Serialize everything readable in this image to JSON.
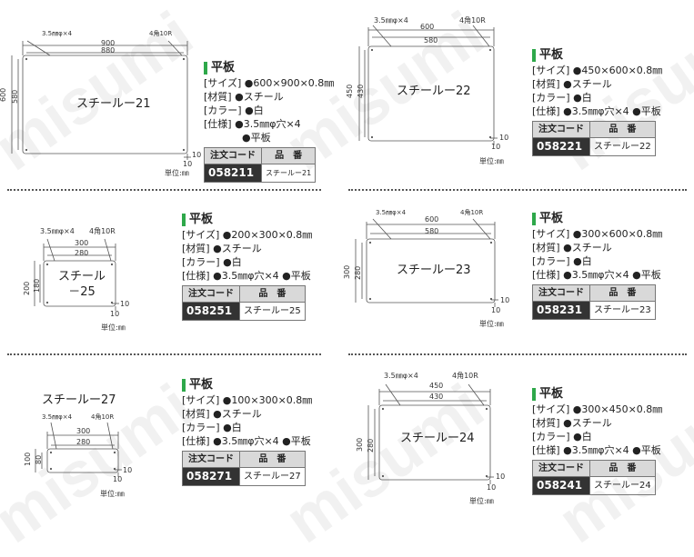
{
  "watermark": "misumi",
  "labels": {
    "title": "平板",
    "size_key": "[サイズ]",
    "material_key": "[材質]",
    "color_key": "[カラー]",
    "spec_key": "[仕様]",
    "bullet": "●",
    "material": "スチール",
    "color": "白",
    "spec_holes": "3.5㎜φ穴×4",
    "spec_flat": "平板",
    "code_header": "注文コード",
    "part_header": "品　番",
    "unit": "単位:㎜",
    "hole_note": "3.5㎜φ×4",
    "corner_note": "4角10R",
    "edge": "10"
  },
  "products": [
    {
      "name": "スチールー21",
      "size": "600×900×0.8㎜",
      "code": "058211",
      "outer_w": "900",
      "inner_w": "880",
      "outer_h": "600",
      "inner_h": "580"
    },
    {
      "name": "スチールー22",
      "size": "450×600×0.8㎜",
      "code": "058221",
      "outer_w": "600",
      "inner_w": "580",
      "outer_h": "450",
      "inner_h": "430"
    },
    {
      "name": "スチール\n－25",
      "size": "200×300×0.8㎜",
      "code": "058251",
      "part": "スチールー25",
      "outer_w": "300",
      "inner_w": "280",
      "outer_h": "200",
      "inner_h": "180"
    },
    {
      "name": "スチールー23",
      "size": "300×600×0.8㎜",
      "code": "058231",
      "outer_w": "600",
      "inner_w": "580",
      "outer_h": "300",
      "inner_h": "280"
    },
    {
      "name": "スチールー27",
      "size": "100×300×0.8㎜",
      "code": "058271",
      "outer_w": "300",
      "inner_w": "280",
      "outer_h": "100",
      "inner_h": "80"
    },
    {
      "name": "スチールー24",
      "size": "300×450×0.8㎜",
      "code": "058241",
      "outer_w": "450",
      "inner_w": "430",
      "outer_h": "300",
      "inner_h": "280"
    }
  ]
}
